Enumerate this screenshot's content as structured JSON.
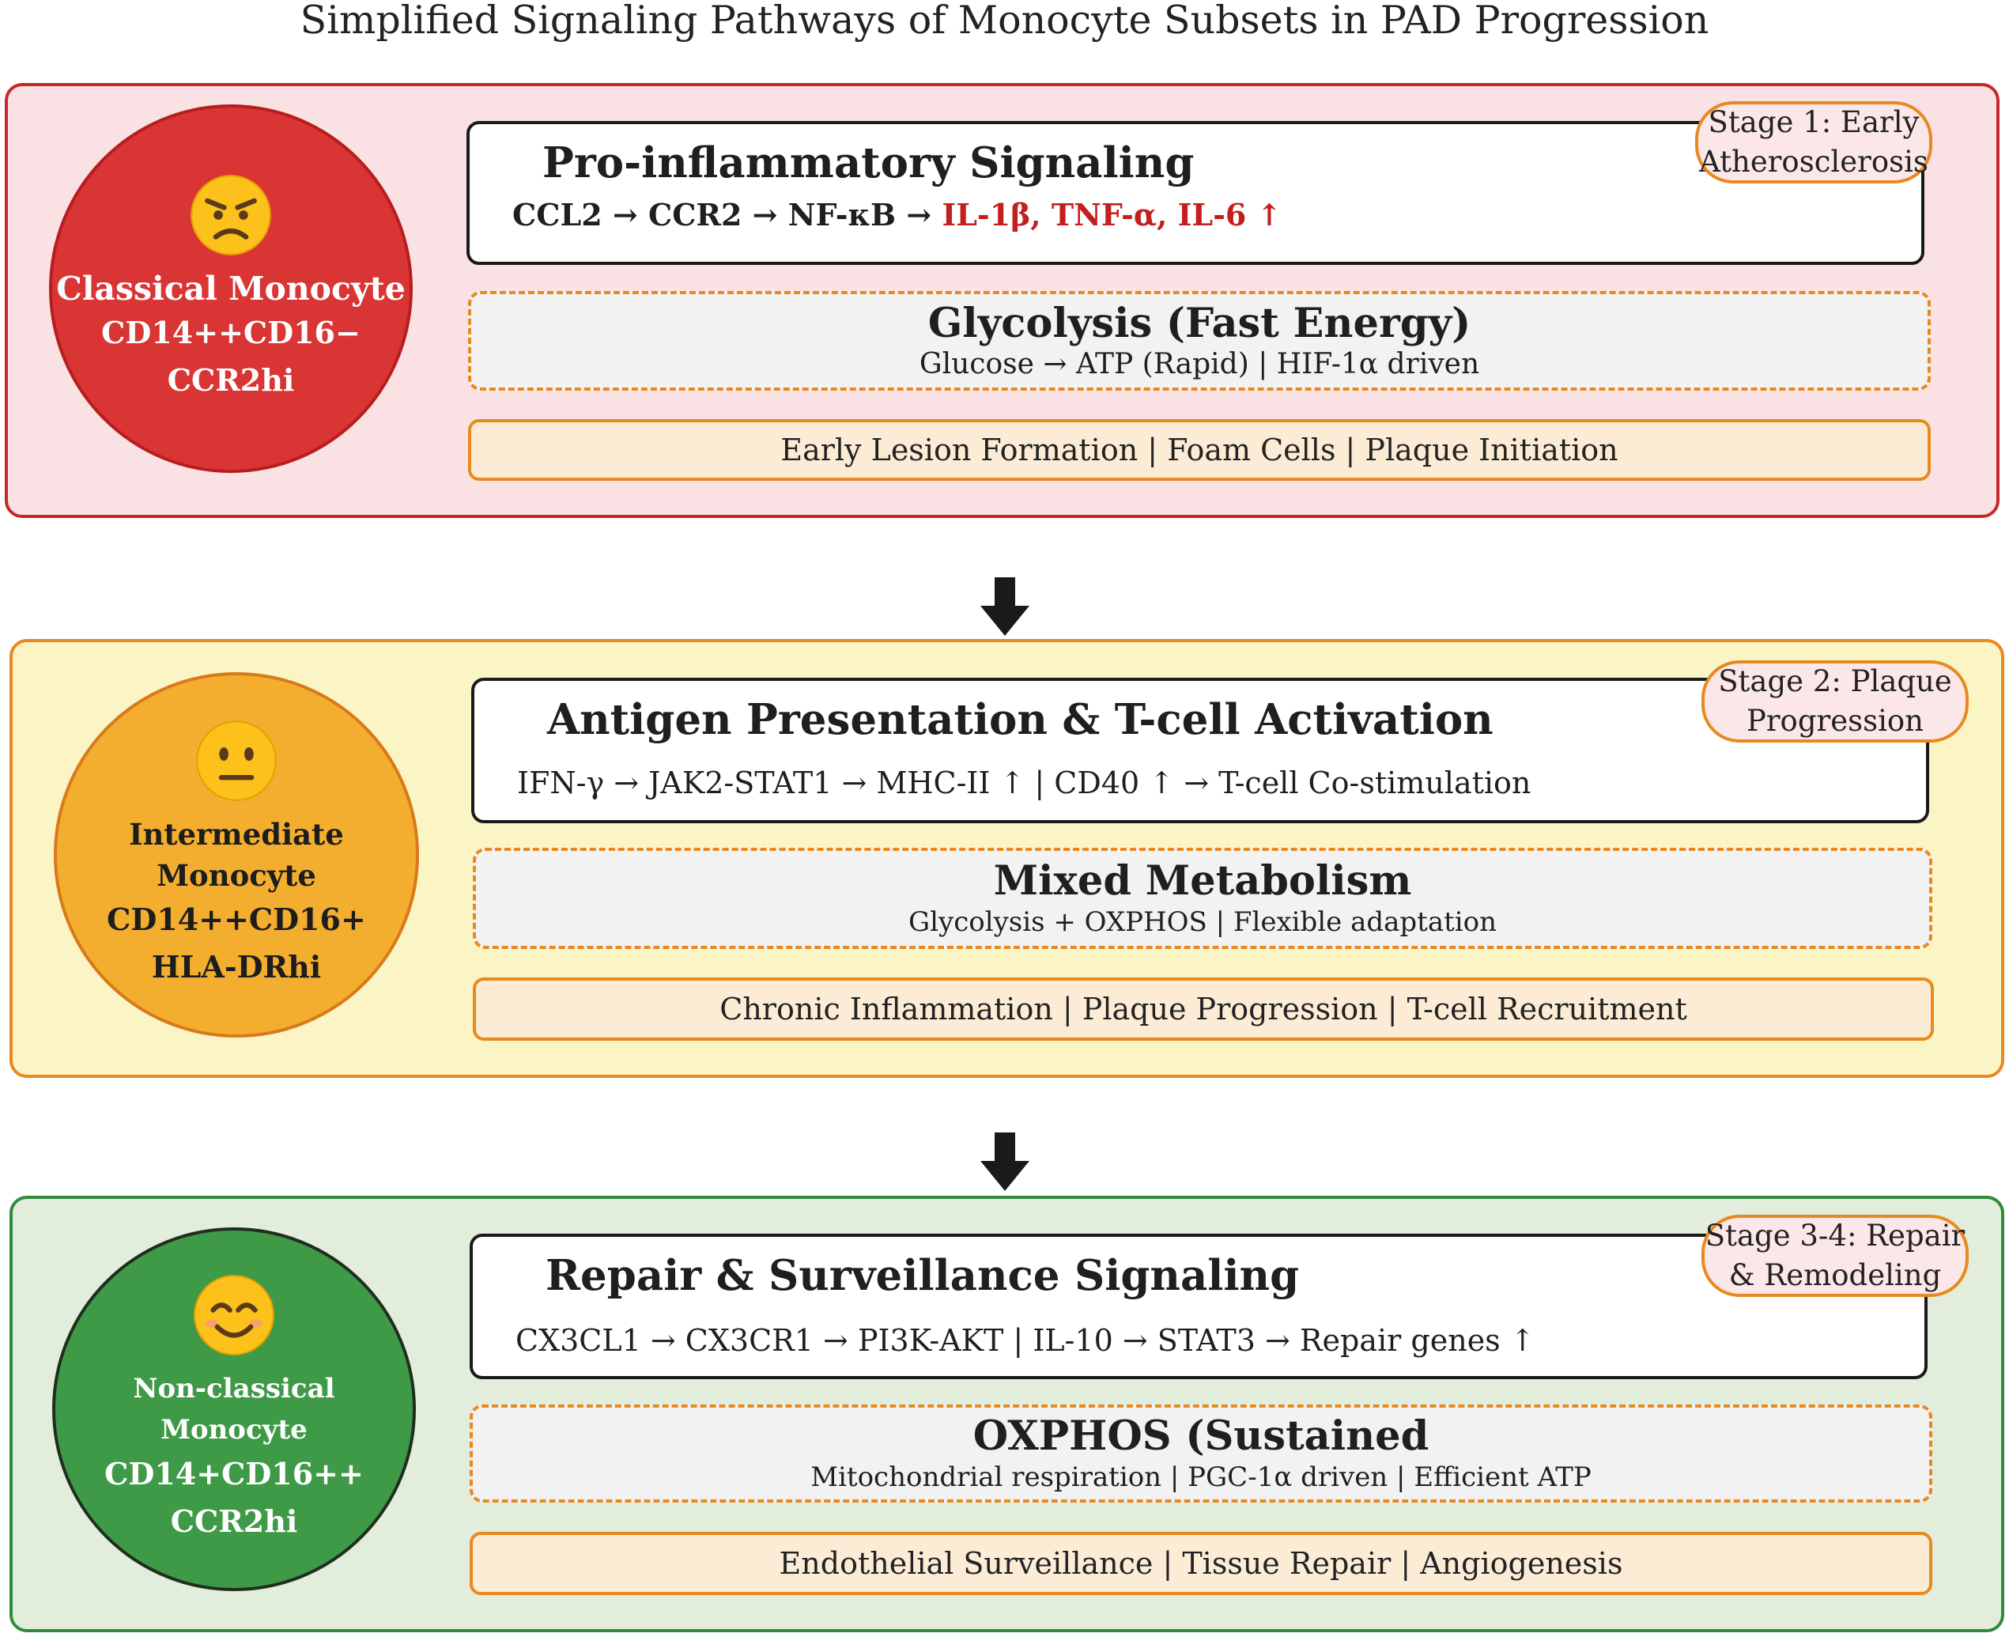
{
  "title": "Simplified Signaling Pathways of Monocyte Subsets in PAD Progression",
  "stages": [
    {
      "color": "#c62828",
      "face": "angry-face-icon",
      "monocyte": "Classical Monocyte",
      "marker1": "CD14++CD16−",
      "marker2": "CCR2hi",
      "signaling_title": "Pro-inflammatory Signaling",
      "signaling_path": "CCL2 → CCR2 → NF-κB → ",
      "signaling_highlight": "IL-1β, TNF-α, IL-6 ↑",
      "stage_label_1": "Stage 1: Early",
      "stage_label_2": "Atherosclerosis",
      "metabolism_title": "Glycolysis (Fast Energy)",
      "metabolism_sub": "Glucose → ATP (Rapid) | HIF-1α driven",
      "outcome": "Early Lesion Formation | Foam Cells | Plaque Initiation"
    },
    {
      "color": "#e8891f",
      "face": "neutral-face-icon",
      "monocyte": "Intermediate Monocyte",
      "marker1": "CD14++CD16+",
      "marker2": "HLA-DRhi",
      "signaling_title": "Antigen Presentation & T-cell Activation",
      "signaling_path": "IFN-γ → JAK2-STAT1 → MHC-II ↑ | CD40 ↑ → T-cell Co-stimulation",
      "stage_label_1": "Stage 2: Plaque",
      "stage_label_2": "Progression",
      "metabolism_title": "Mixed Metabolism",
      "metabolism_sub": "Glycolysis + OXPHOS | Flexible adaptation",
      "outcome": "Chronic Inflammation | Plaque Progression | T-cell Recruitment"
    },
    {
      "color": "#2e8b3b",
      "face": "smiling-face-icon",
      "monocyte": "Non-classical Monocyte",
      "marker1": "CD14+CD16++",
      "marker2": "CCR2hi",
      "signaling_title": "Repair & Surveillance Signaling",
      "signaling_path": "CX3CL1 → CX3CR1 → PI3K-AKT | IL-10 → STAT3 → Repair genes ↑",
      "stage_label_1": "Stage 3-4: Repair",
      "stage_label_2": "& Remodeling",
      "metabolism_title": "OXPHOS (Sustained",
      "metabolism_sub": "Mitochondrial respiration | PGC-1α driven | Efficient ATP",
      "outcome": "Endothelial Surveillance | Tissue Repair | Angiogenesis"
    }
  ]
}
